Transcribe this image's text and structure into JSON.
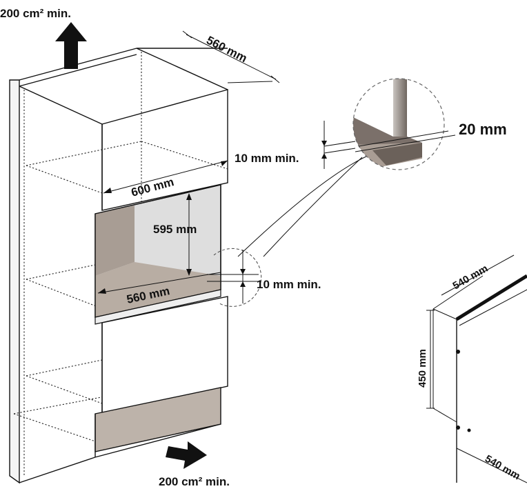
{
  "labels": {
    "top_vent": "200 cm² min.",
    "bottom_vent": "200 cm² min.",
    "depth_560_top": "560 mm",
    "width_600": "600 mm",
    "height_595": "595 mm",
    "width_560": "560 mm",
    "gap_upper": "10 mm min.",
    "gap_lower": "10 mm min.",
    "detail_20": "20 mm",
    "drawer_540_top": "540 mm",
    "drawer_450": "450 mm",
    "drawer_540_bottom": "540 mm"
  },
  "colors": {
    "arrow": "#111111",
    "oven_inner": "#d9d9d9",
    "oven_floor": "#b8ada3",
    "oven_side": "#a89d94",
    "bottom_shelf": "#bdb3aa"
  }
}
